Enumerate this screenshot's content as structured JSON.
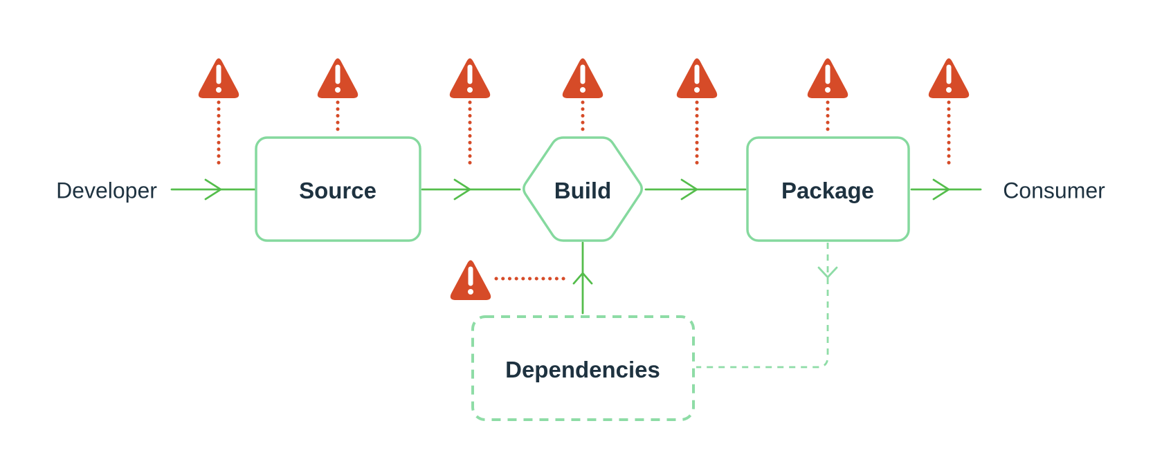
{
  "diagram": {
    "kind": "software-supply-chain-flow",
    "entities": {
      "developer": "Developer",
      "consumer": "Consumer"
    },
    "nodes": {
      "source": "Source",
      "build": "Build",
      "package": "Package",
      "dependencies": "Dependencies"
    },
    "icons": {
      "threat": "warning-triangle-icon",
      "threat_symbol": "!"
    },
    "threat_markers": [
      {
        "id": "threat-1",
        "points_at": "developer-to-source-arrow"
      },
      {
        "id": "threat-2",
        "points_at": "source-node"
      },
      {
        "id": "threat-3",
        "points_at": "source-to-build-arrow"
      },
      {
        "id": "threat-4",
        "points_at": "build-node"
      },
      {
        "id": "threat-5",
        "points_at": "build-to-package-arrow"
      },
      {
        "id": "threat-6",
        "points_at": "package-node"
      },
      {
        "id": "threat-7",
        "points_at": "package-to-consumer-arrow"
      },
      {
        "id": "threat-8",
        "points_at": "dependencies-to-build-arrow"
      }
    ],
    "edges": [
      {
        "from": "developer",
        "to": "source",
        "style": "solid"
      },
      {
        "from": "source",
        "to": "build",
        "style": "solid"
      },
      {
        "from": "build",
        "to": "package",
        "style": "solid"
      },
      {
        "from": "package",
        "to": "consumer",
        "style": "solid"
      },
      {
        "from": "dependencies",
        "to": "build",
        "style": "solid"
      },
      {
        "from": "package",
        "to": "dependencies",
        "style": "dashed"
      }
    ],
    "colors": {
      "background": "#ffffff",
      "node_border_green": "#85d99e",
      "dashed_green": "#8edca6",
      "arrow_green": "#54bd4b",
      "threat_red": "#d64b28",
      "text_dark": "#1e3240"
    }
  }
}
